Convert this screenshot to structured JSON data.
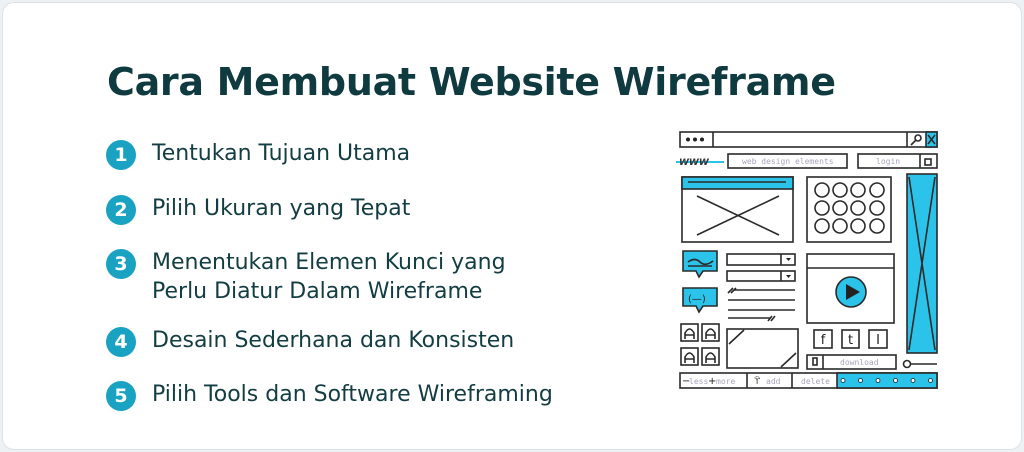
{
  "title": "Cara Membuat Website Wireframe",
  "steps": [
    {
      "number": "1",
      "lines": [
        "Tentukan Tujuan Utama"
      ]
    },
    {
      "number": "2",
      "lines": [
        "Pilih Ukuran yang Tepat"
      ]
    },
    {
      "number": "3",
      "lines": [
        "Menentukan Elemen Kunci yang",
        "Perlu Diatur Dalam Wireframe"
      ]
    },
    {
      "number": "4",
      "lines": [
        "Desain Sederhana dan Konsisten"
      ]
    },
    {
      "number": "5",
      "lines": [
        "Pilih Tools dan Software Wireframing"
      ]
    }
  ],
  "illustration": {
    "www": "WWW",
    "nav_label": "web design elements",
    "login": "login",
    "download": "download",
    "less": "less",
    "more": "more",
    "add": "add",
    "delete": "delete",
    "social": [
      "f",
      "t",
      "I"
    ]
  },
  "colors": {
    "accent": "#1aa2c2",
    "sketch_cyan": "#2cc3ea",
    "title": "#0e3a40"
  }
}
